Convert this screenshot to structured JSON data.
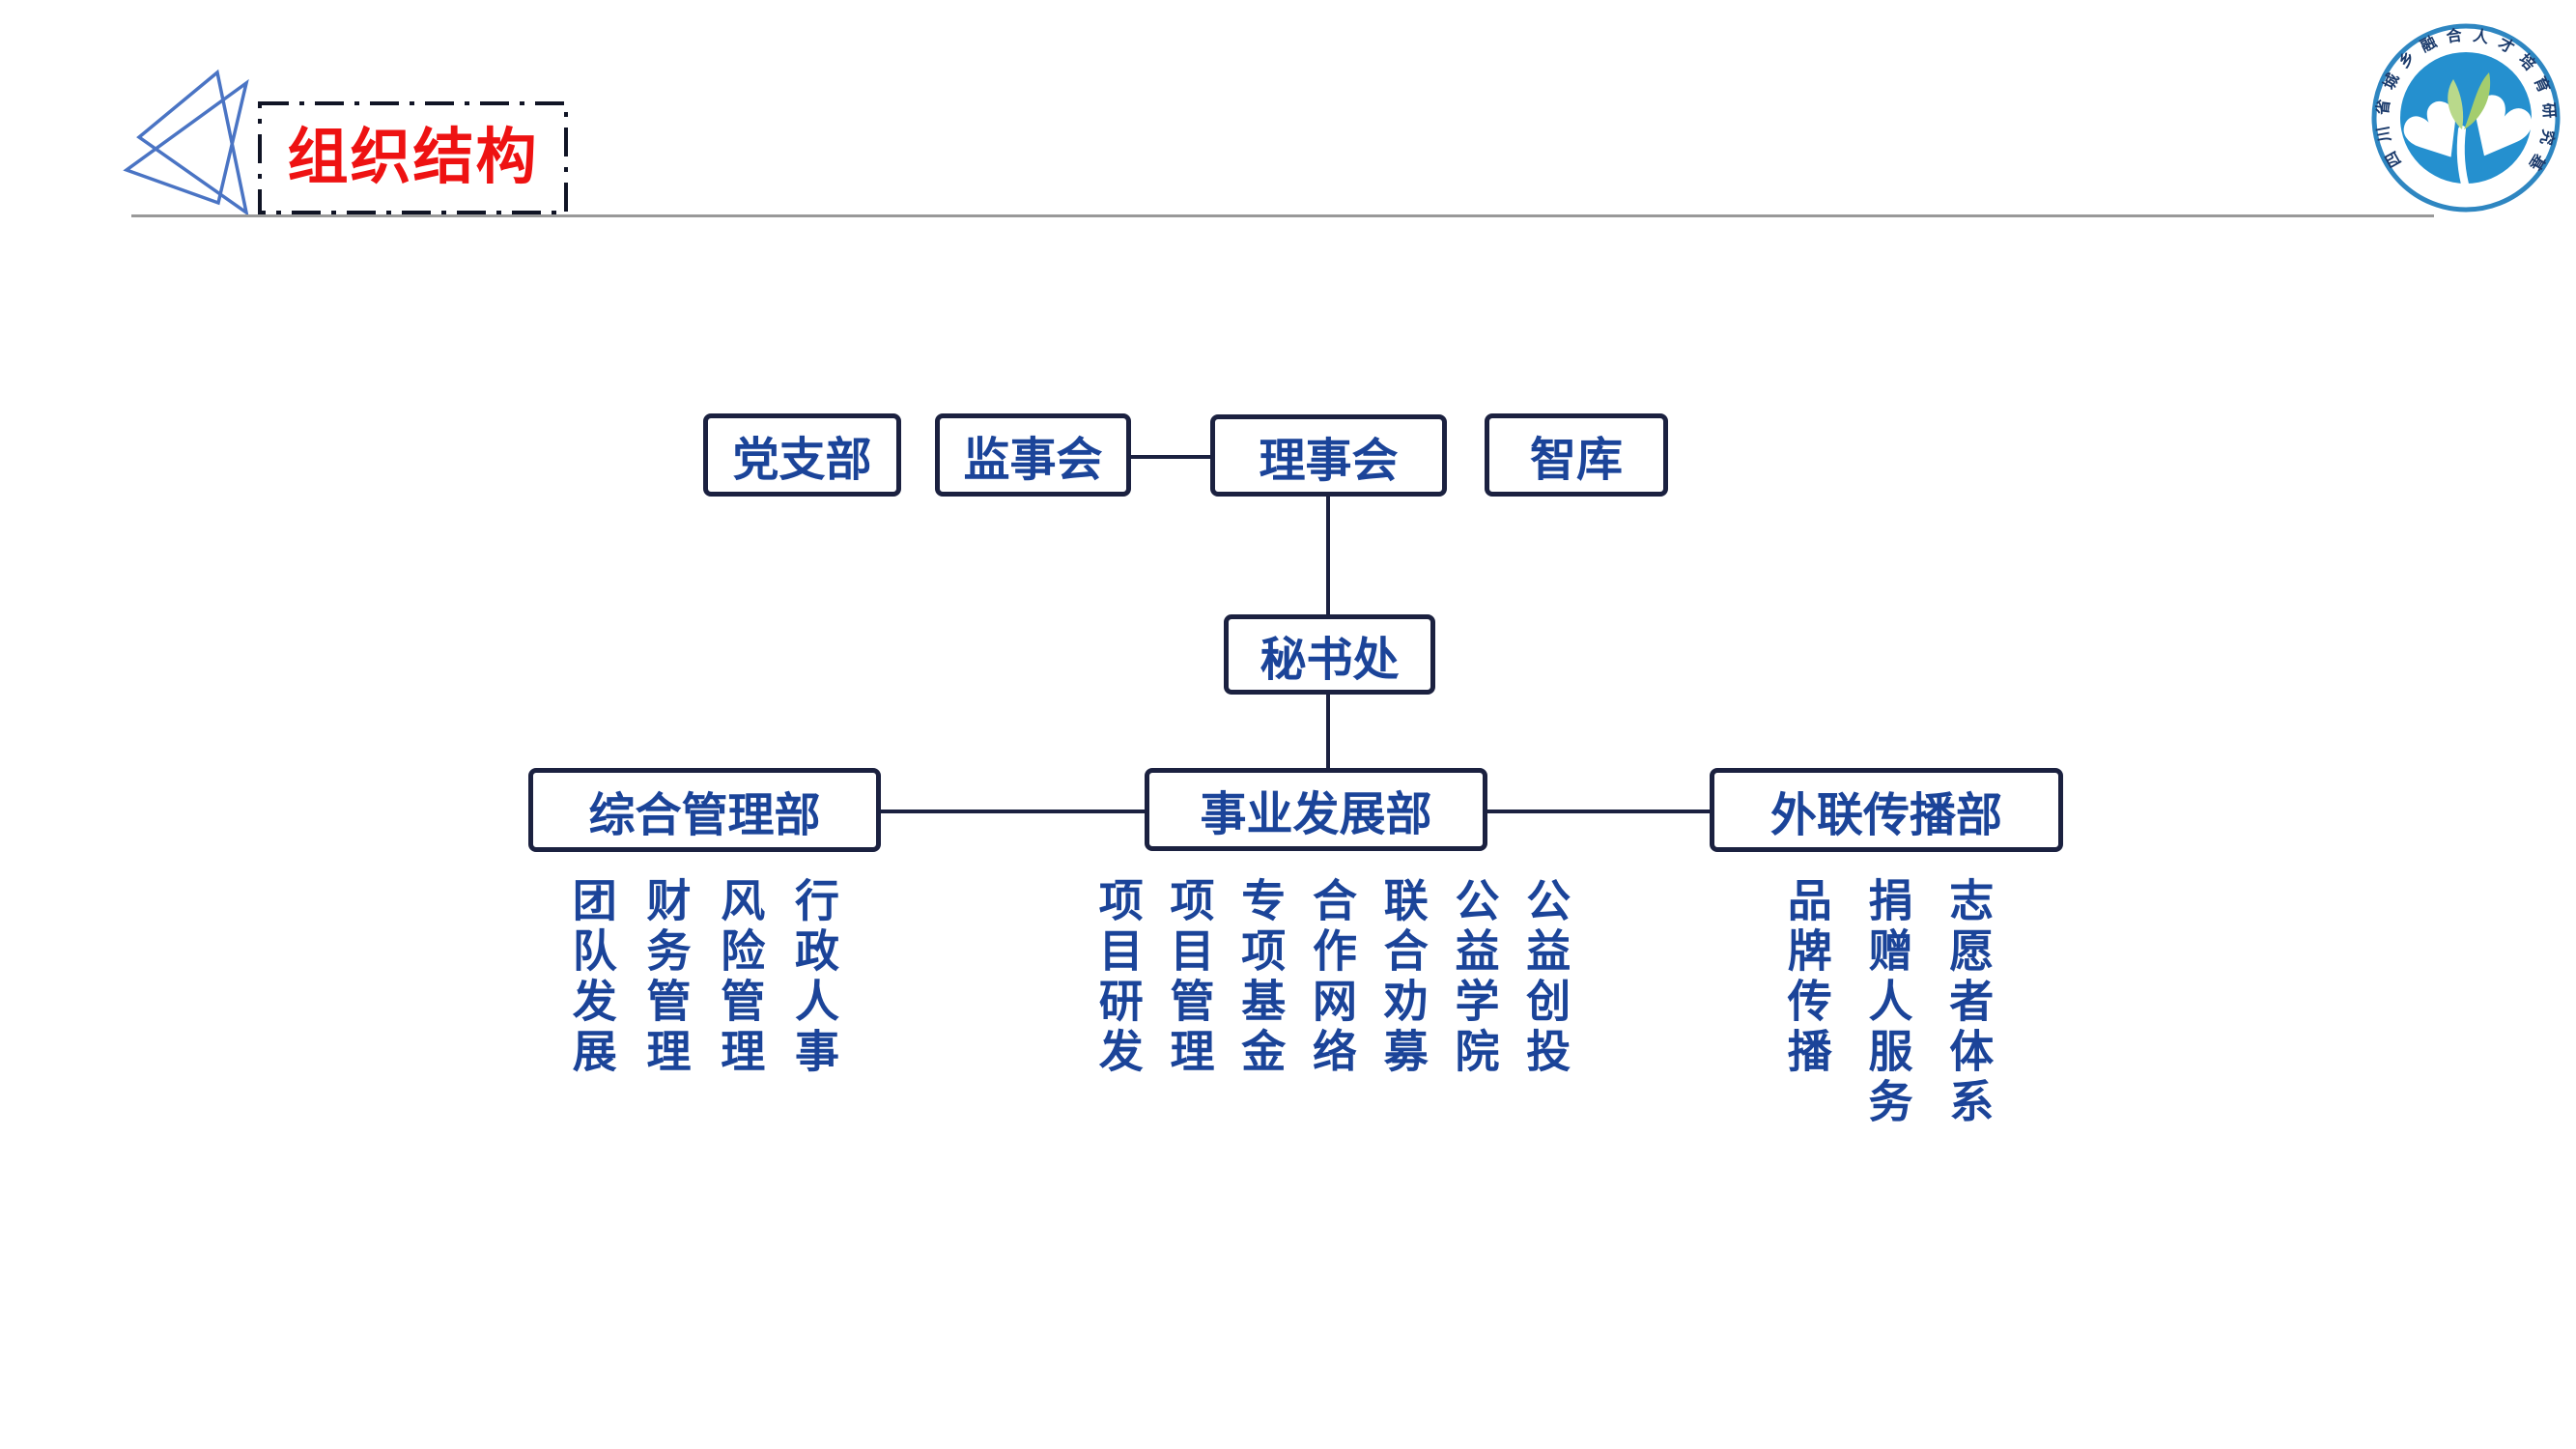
{
  "slide": {
    "title": "组织结构",
    "logo": {
      "ring_text": "四川省城乡融合人才培育研究基金会"
    },
    "colors": {
      "title_red": "#ee1212",
      "node_text_blue": "#1b4499",
      "border_navy": "#1b2140",
      "divider_gray": "#999999",
      "decor_blue": "#4a74c4",
      "logo_ring_blue": "#2e86c1",
      "logo_inner_blue": "#2590cf",
      "logo_leaf_green": "#aed581"
    }
  },
  "org": {
    "top_row": [
      {
        "label": "党支部"
      },
      {
        "label": "监事会"
      },
      {
        "label": "理事会"
      },
      {
        "label": "智库"
      }
    ],
    "secretariat": {
      "label": "秘书处"
    },
    "departments": [
      {
        "label": "综合管理部",
        "functions": [
          "团队发展",
          "财务管理",
          "风险管理",
          "行政人事"
        ]
      },
      {
        "label": "事业发展部",
        "functions": [
          "项目研发",
          "项目管理",
          "专项基金",
          "合作网络",
          "联合劝募",
          "公益学院",
          "公益创投"
        ]
      },
      {
        "label": "外联传播部",
        "functions": [
          "品牌传播",
          "捐赠人服务",
          "志愿者体系"
        ]
      }
    ]
  }
}
